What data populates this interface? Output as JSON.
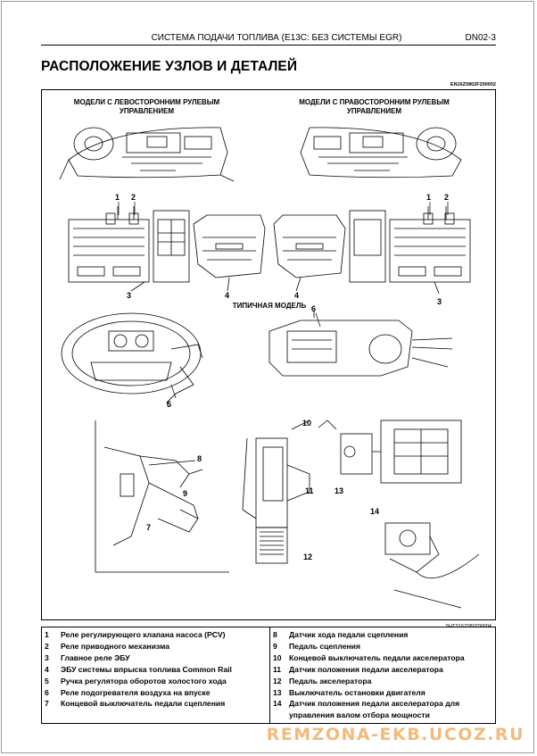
{
  "header": {
    "title": "СИСТЕМА ПОДАЧИ ТОПЛИВА (E13C: БЕЗ СИСТЕМЫ EGR)",
    "page": "DN02-3"
  },
  "main_title": "РАСПОЛОЖЕНИЕ УЗЛОВ И ДЕТАЛЕЙ",
  "figure": {
    "code": "EN16Z0802F200002",
    "ref": "SHTS16Z080200004",
    "left_caption": "МОДЕЛИ С ЛЕВОСТОРОННИМ РУЛЕВЫМ УПРАВЛЕНИЕМ",
    "right_caption": "МОДЕЛИ С ПРАВОСТОРОННИМ РУЛЕВЫМ УПРАВЛЕНИЕМ",
    "typical_caption": "ТИПИЧНАЯ МОДЕЛЬ",
    "callouts": [
      "1",
      "2",
      "3",
      "4",
      "4",
      "1",
      "2",
      "3",
      "5",
      "6",
      "7",
      "8",
      "9",
      "10",
      "11",
      "12",
      "13",
      "14"
    ]
  },
  "legend": {
    "left": [
      {
        "n": "1",
        "t": "Реле регулирующего клапана насоса (PCV)"
      },
      {
        "n": "2",
        "t": "Реле приводного механизма"
      },
      {
        "n": "3",
        "t": "Главное реле ЭБУ"
      },
      {
        "n": "4",
        "t": "ЭБУ системы впрыска топлива Common Rail"
      },
      {
        "n": "5",
        "t": "Ручка регулятора оборотов холостого хода"
      },
      {
        "n": "6",
        "t": "Реле подогревателя воздуха на впуске"
      },
      {
        "n": "7",
        "t": "Концевой выключатель педали сцепления"
      }
    ],
    "right": [
      {
        "n": "8",
        "t": "Датчик хода педали сцепления"
      },
      {
        "n": "9",
        "t": "Педаль сцепления"
      },
      {
        "n": "10",
        "t": "Концевой выключатель педали акселератора"
      },
      {
        "n": "11",
        "t": "Датчик положения педали акселератора"
      },
      {
        "n": "12",
        "t": "Педаль акселератора"
      },
      {
        "n": "13",
        "t": "Выключатель остановки двигателя"
      },
      {
        "n": "14",
        "t": "Датчик положения педали акселератора для управления валом отбора мощности"
      }
    ]
  },
  "watermark": "REMZONA-EKB.UCOZ.RU"
}
